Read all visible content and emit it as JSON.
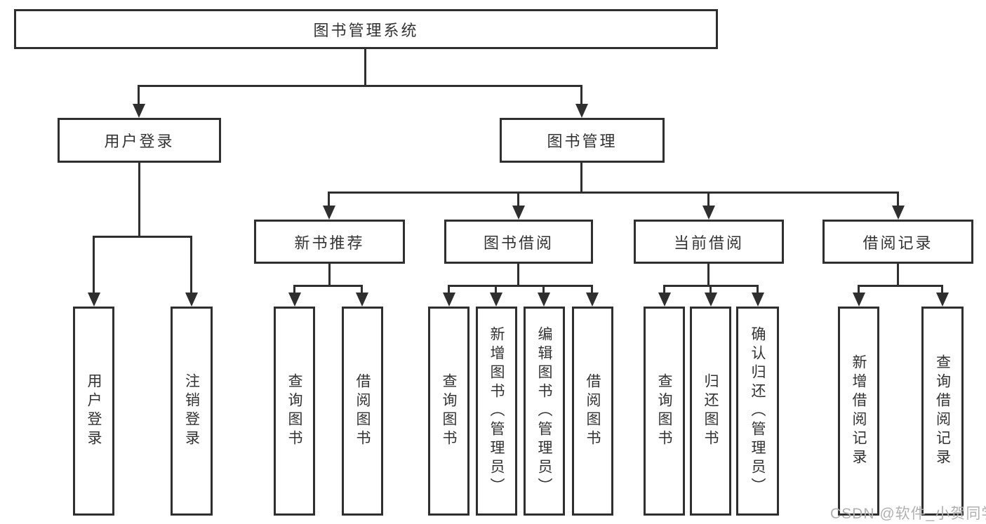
{
  "diagram": {
    "root": {
      "label": "图书管理系统"
    },
    "branches": [
      {
        "label": "用户登录",
        "children": [
          {
            "label": "用户登录"
          },
          {
            "label": "注销登录"
          }
        ]
      },
      {
        "label": "图书管理",
        "children": [
          {
            "label": "新书推荐",
            "children": [
              {
                "label": "查询图书"
              },
              {
                "label": "借阅图书"
              }
            ]
          },
          {
            "label": "图书借阅",
            "children": [
              {
                "label": "查询图书"
              },
              {
                "label": "新增图书（管理员）"
              },
              {
                "label": "编辑图书（管理员）"
              },
              {
                "label": "借阅图书"
              }
            ]
          },
          {
            "label": "当前借阅",
            "children": [
              {
                "label": "查询图书"
              },
              {
                "label": "归还图书"
              },
              {
                "label": "确认归还（管理员）"
              }
            ]
          },
          {
            "label": "借阅记录",
            "children": [
              {
                "label": "新增借阅记录"
              },
              {
                "label": "查询借阅记录"
              }
            ]
          }
        ]
      }
    ]
  },
  "watermark": {
    "text": "CSDN @软件_小贺同学"
  },
  "colors": {
    "line": "#2f2f2f",
    "text": "#333333",
    "watermark": "#b0b0b0",
    "background": "#ffffff"
  }
}
